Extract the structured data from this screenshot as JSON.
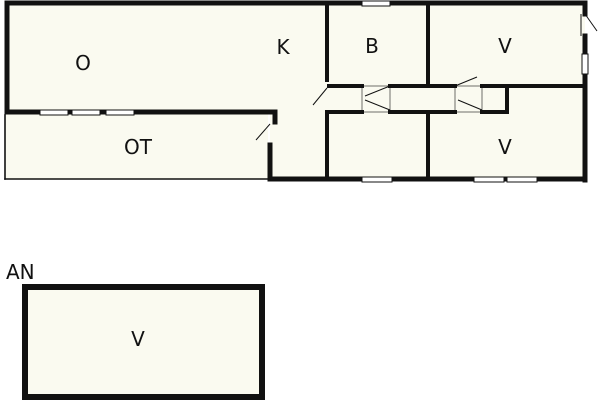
{
  "plan": {
    "rooms": {
      "o": "O",
      "k": "K",
      "b": "B",
      "v_top": "V",
      "ot": "OT",
      "v_right": "V",
      "v_annex": "V"
    },
    "annex_label": "AN"
  },
  "colors": {
    "wall": "#111111",
    "floor": "#fafaf0",
    "window": "#ffffff",
    "background": "#ffffff"
  }
}
